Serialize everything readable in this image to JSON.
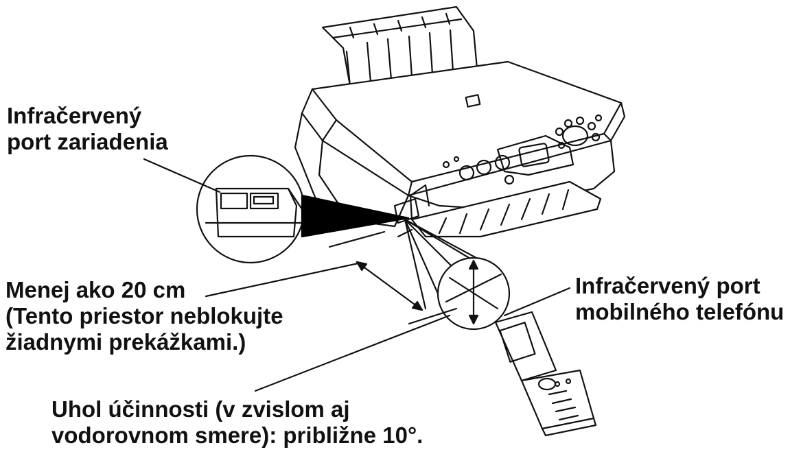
{
  "labels": {
    "device_port": [
      "Infračervený",
      "port zariadenia"
    ],
    "distance": [
      "Menej ako 20 cm",
      "(Tento priestor neblokujte",
      "žiadnymi prekážkami.)"
    ],
    "phone_port": [
      "Infračervený port",
      "mobilného telefónu"
    ],
    "angle": [
      "Uhol účinnosti (v zvislom aj",
      "vodorovnom smere): približne 10°."
    ]
  },
  "colors": {
    "ink": "#111111",
    "background": "#ffffff",
    "fill_dark": "#000000"
  }
}
